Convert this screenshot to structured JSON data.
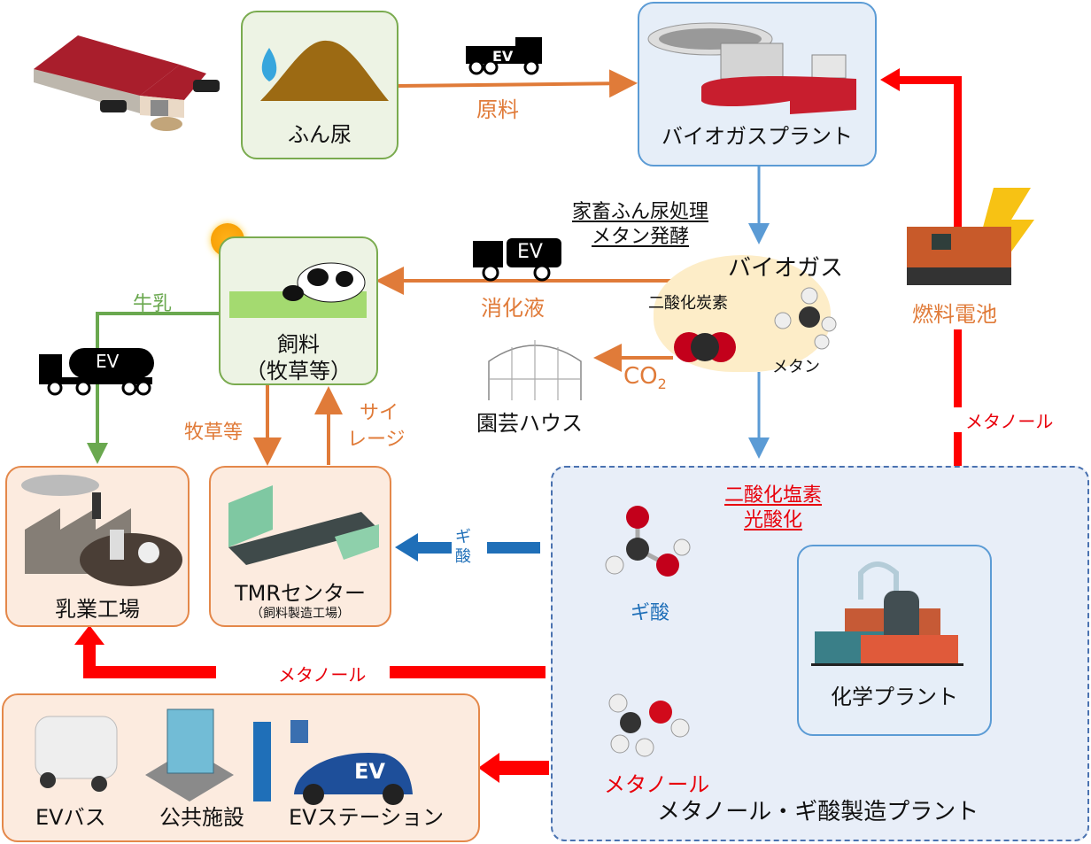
{
  "nodes": {
    "manure": {
      "label": "ふん尿"
    },
    "biogas_plant": {
      "label": "バイオガスプラント"
    },
    "feed": {
      "label_line1": "飼料",
      "label_line2": "（牧草等）"
    },
    "dairy_factory": {
      "label": "乳業工場"
    },
    "tmr_center": {
      "label": "TMRセンター",
      "sublabel": "（飼料製造工場）"
    },
    "greenhouse": {
      "label": "園芸ハウス"
    },
    "fuel_cell": {
      "label": "燃料電池"
    },
    "chemical_plant": {
      "label": "化学プラント"
    },
    "methanol_formic_plant": {
      "label": "メタノール・ギ酸製造プラント"
    },
    "ev_bus": {
      "label": "EVバス"
    },
    "public_facility": {
      "label": "公共施設"
    },
    "ev_station": {
      "label": "EVステーション"
    }
  },
  "biogas": {
    "title": "バイオガス",
    "co2_label": "二酸化炭素",
    "methane_label": "メタン",
    "process_line1": "家畜ふん尿処理",
    "process_line2": "メタン発酵"
  },
  "flows": {
    "raw_material": "原料",
    "digestate": "消化液",
    "co2": "CO",
    "co2_sub": "2",
    "milk": "牛乳",
    "pasture": "牧草等",
    "silage_line1": "サイ",
    "silage_line2": "レージ",
    "formic_acid_arrow_line1": "ギ",
    "formic_acid_arrow_line2": "酸",
    "methanol_to_dairy": "メタノール",
    "methanol_to_fuelcell": "メタノール"
  },
  "process": {
    "line1": "二酸化塩素",
    "line2": "光酸化"
  },
  "products": {
    "formic_acid": "ギ酸",
    "methanol": "メタノール"
  },
  "truck_badges": {
    "dump_truck": "EV",
    "tank_truck": "EV",
    "milk_tanker": "EV",
    "car": "EV"
  },
  "colors": {
    "orange_flow": "#e07b39",
    "red_flow": "#ff0000",
    "blue_flow": "#1f6fb8",
    "green_flow": "#6aa84f",
    "underline_yellow": "#f5c000"
  }
}
